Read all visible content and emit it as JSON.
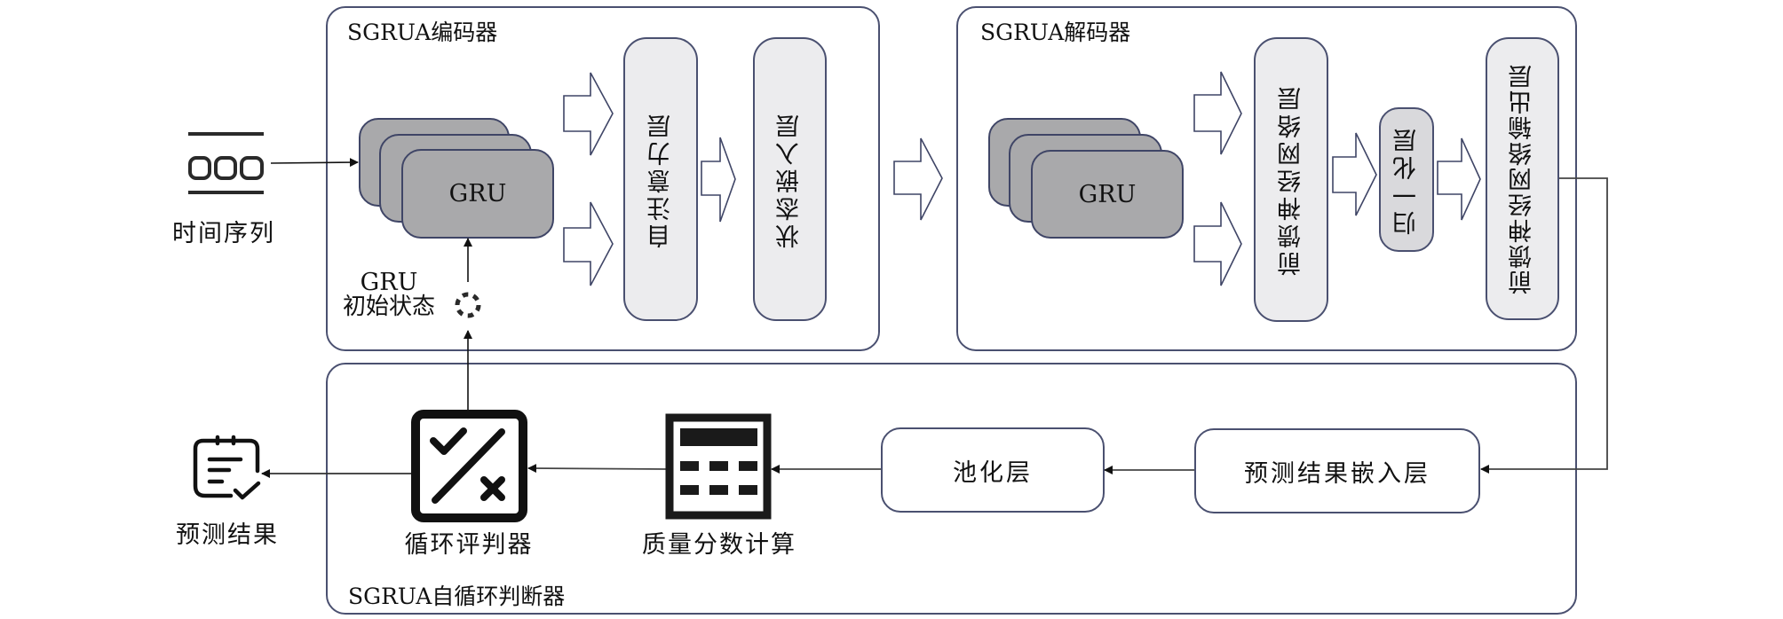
{
  "diagram": {
    "encoder": {
      "title": "SGRUA编码器",
      "gru_label": "GRU",
      "gru_init_label_line1": "GRU",
      "gru_init_label_line2": "初始状态",
      "attention_layer": "自注意力层",
      "state_embedding_layer": "状态嵌入层"
    },
    "decoder": {
      "title": "SGRUA解码器",
      "gru_label": "GRU",
      "ffn_layer": "前馈神经网络层",
      "norm_layer": "归一化层",
      "ffn_output_layer": "前馈神经网络输出层"
    },
    "judge": {
      "title": "SGRUA自循环判断器",
      "pred_embedding_layer": "预测结果嵌入层",
      "pooling_layer": "池化层",
      "quality_score_label": "质量分数计算",
      "cyclic_evaluator_label": "循环评判器"
    },
    "input": {
      "label": "时间序列",
      "icon": "time-series-icon"
    },
    "output": {
      "label": "预测结果",
      "icon": "prediction-result-icon"
    },
    "colors": {
      "outline": "#4a5070",
      "gru_fill": "#a9a9ab",
      "layer_fill": "#ececee",
      "norm_fill": "#d9d9dc"
    }
  }
}
